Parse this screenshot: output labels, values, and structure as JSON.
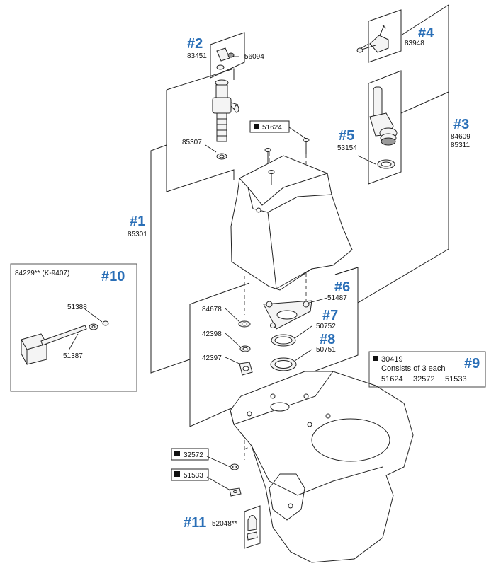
{
  "callout_color": "#2a6fb7",
  "callouts": {
    "c1": "#1",
    "c2": "#2",
    "c3": "#3",
    "c4": "#4",
    "c5": "#5",
    "c6": "#6",
    "c7": "#7",
    "c8": "#8",
    "c9": "#9",
    "c10": "#10",
    "c11": "#11"
  },
  "parts": {
    "p83451": "83451",
    "p56094": "56094",
    "p85307": "85307",
    "p85301": "85301",
    "p83948": "83948",
    "p84609": "84609",
    "p85311": "85311",
    "p53154": "53154",
    "p51624": "51624",
    "p51487": "51487",
    "p84678": "84678",
    "p50752": "50752",
    "p42398": "42398",
    "p50751": "50751",
    "p42397": "42397",
    "p32572": "32572",
    "p51533": "51533",
    "p52048": "52048**",
    "p84229": "84229** (K-9407)",
    "p51388": "51388",
    "p51387": "51387"
  },
  "kit": {
    "number": "30419",
    "line": "Consists of 3 each",
    "items": [
      "51624",
      "32572",
      "51533"
    ]
  }
}
